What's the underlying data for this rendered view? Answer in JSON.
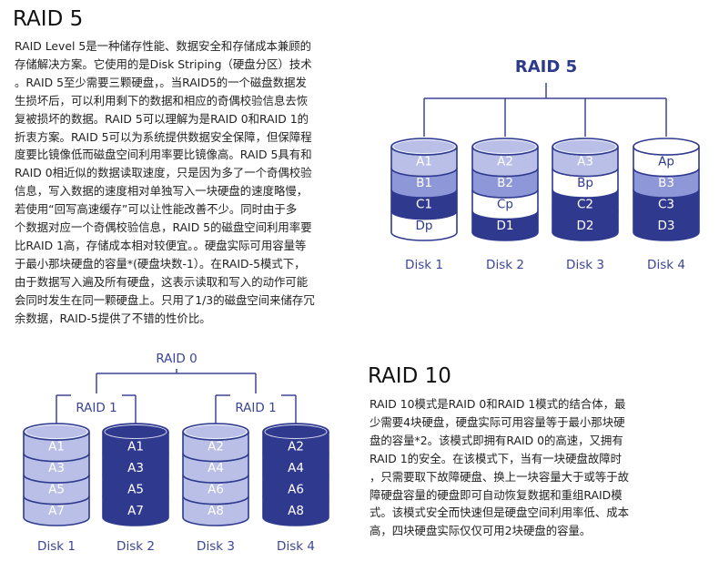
{
  "raid5": {
    "heading": "RAID 5",
    "paragraph_lines": [
      "RAID Level 5是一种储存性能、数据安全和存储成本兼顾的",
      "存储解决方案。它使用的是Disk Striping（硬盘分区）技术",
      "。RAID 5至少需要三颗硬盘，。当RAID5的一个磁盘数据发",
      "生损坏后，可以利用剩下的数据和相应的奇偶校验信息去恢",
      "复被损坏的数据。RAID 5可以理解为是RAID 0和RAID 1的",
      "折衷方案。RAID 5可以为系统提供数据安全保障，但保障程",
      "度要比镜像低而磁盘空间利用率要比镜像高。RAID 5具有和",
      "RAID 0相近似的数据读取速度，只是因为多了一个奇偶校验",
      "信息，写入数据的速度相对单独写入一块硬盘的速度略慢，",
      "若使用“回写高速缓存”可以让性能改善不少。同时由于多",
      "个数据对应一个奇偶校验信息，RAID 5的磁盘空间利用率要",
      "比RAID 1高，存储成本相对较便宜。。硬盘实际可用容量等",
      "于最小那块硬盘的容量*(硬盘块数-1）。在RAID-5模式下，",
      "由于数据写入遍及所有硬盘，这表示读取和写入的动作可能",
      "会同时发生在同一颗硬盘上。只用了1/3的磁盘空间来储存冗",
      "余数据，RAID-5提供了不错的性价比。"
    ],
    "diagram": {
      "title": "RAID 5",
      "disks": [
        {
          "label": "Disk 1",
          "blocks": [
            "A1",
            "B1",
            "C1",
            "Dp"
          ]
        },
        {
          "label": "Disk 2",
          "blocks": [
            "A2",
            "B2",
            "Cp",
            "D1"
          ]
        },
        {
          "label": "Disk 3",
          "blocks": [
            "A3",
            "Bp",
            "C2",
            "D2"
          ]
        },
        {
          "label": "Disk 4",
          "blocks": [
            "Ap",
            "B3",
            "C3",
            "D3"
          ]
        }
      ]
    }
  },
  "raid10": {
    "heading": "RAID 10",
    "paragraph_lines": [
      "RAID 10模式是RAID 0和RAID 1模式的结合体，最",
      "少需要4块硬盘，硬盘实际可用容量等于最小那块硬",
      "盘的容量*2。该模式即拥有RAID 0的高速，又拥有",
      "RAID 1的安全。在该模式下，当有一块硬盘故障时",
      "，只需要取下故障硬盘、换上一块容量大于或等于故",
      "障硬盘容量的硬盘即可自动恢复数据和重组RAID模",
      "式。该模式安全而快速但是硬盘空间利用率低、成本",
      "高，四块硬盘实际仅仅可用2块硬盘的容量。"
    ],
    "diagram": {
      "top_label": "RAID 0",
      "group_labels": [
        "RAID 1",
        "RAID 1"
      ],
      "disks": [
        {
          "label": "Disk 1",
          "blocks": [
            "A1",
            "A3",
            "A5",
            "A7"
          ]
        },
        {
          "label": "Disk 2",
          "blocks": [
            "A1",
            "A3",
            "A5",
            "A7"
          ]
        },
        {
          "label": "Disk 3",
          "blocks": [
            "A2",
            "A4",
            "A6",
            "A8"
          ]
        },
        {
          "label": "Disk 4",
          "blocks": [
            "A2",
            "A4",
            "A6",
            "A8"
          ]
        }
      ]
    }
  },
  "colors": {
    "raid5_title": "#2d3a8c",
    "tree_line": "#3c4596",
    "tree_text": "#3c4596",
    "disk_label": "#3c4596",
    "light_blue": "#b9bfe6",
    "mid_blue": "#8e98d8",
    "dark_blue": "#2f3a8f",
    "white": "#ffffff",
    "outline": "#2f3a8f"
  }
}
